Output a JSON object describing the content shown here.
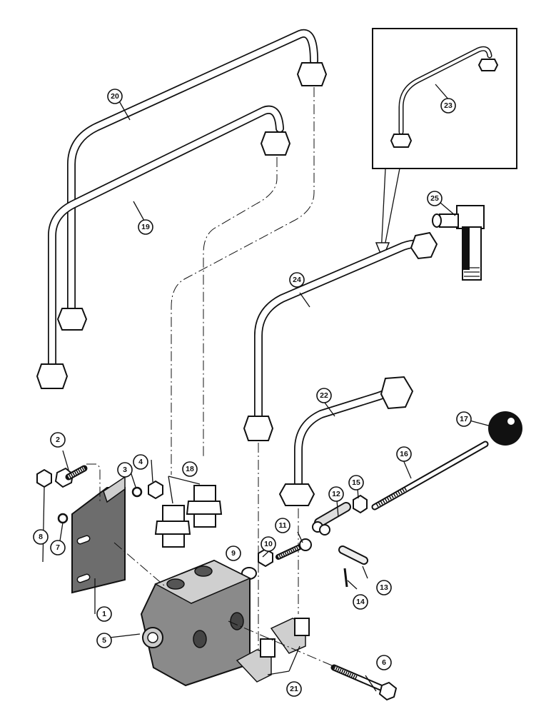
{
  "diagram": {
    "title": "Hydraulic valve, lines and control linkage — exploded parts view",
    "callouts": [
      {
        "id": "1",
        "label": "1"
      },
      {
        "id": "2",
        "label": "2"
      },
      {
        "id": "3",
        "label": "3"
      },
      {
        "id": "4",
        "label": "4"
      },
      {
        "id": "5",
        "label": "5"
      },
      {
        "id": "6",
        "label": "6"
      },
      {
        "id": "7",
        "label": "7"
      },
      {
        "id": "8",
        "label": "8"
      },
      {
        "id": "9",
        "label": "9"
      },
      {
        "id": "10",
        "label": "10"
      },
      {
        "id": "11",
        "label": "11"
      },
      {
        "id": "12",
        "label": "12"
      },
      {
        "id": "13",
        "label": "13"
      },
      {
        "id": "14",
        "label": "14"
      },
      {
        "id": "15",
        "label": "15"
      },
      {
        "id": "16",
        "label": "16"
      },
      {
        "id": "17",
        "label": "17"
      },
      {
        "id": "18",
        "label": "18"
      },
      {
        "id": "19",
        "label": "19"
      },
      {
        "id": "20",
        "label": "20"
      },
      {
        "id": "21",
        "label": "21"
      },
      {
        "id": "22",
        "label": "22"
      },
      {
        "id": "23",
        "label": "23"
      },
      {
        "id": "24",
        "label": "24"
      },
      {
        "id": "25",
        "label": "25"
      }
    ],
    "parts": {
      "1": "mounting-bracket",
      "2": "bolt",
      "3": "lock-washer",
      "4": "nut",
      "5": "valve-body",
      "6": "long-bolt",
      "7": "lock-washer",
      "8": "nut",
      "9": "flat-washer",
      "10": "nut",
      "11": "eye-bolt",
      "12": "clevis",
      "13": "clevis-pin",
      "14": "cotter-pin",
      "15": "jam-nut",
      "16": "control-rod",
      "17": "control-knob",
      "18": "straight-fittings",
      "19": "hydraulic-line",
      "20": "hydraulic-line",
      "21": "elbow-fittings",
      "22": "hydraulic-line",
      "23": "hydraulic-line-alternate",
      "24": "hydraulic-line",
      "25": "elbow-adapter"
    }
  }
}
